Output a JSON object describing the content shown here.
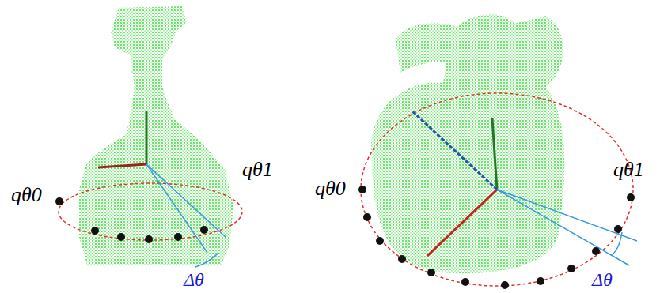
{
  "diagram": {
    "labels": [
      "qθ0",
      "qθ1",
      "Δθ",
      "qθ0",
      "qθ1",
      "Δθ"
    ]
  }
}
